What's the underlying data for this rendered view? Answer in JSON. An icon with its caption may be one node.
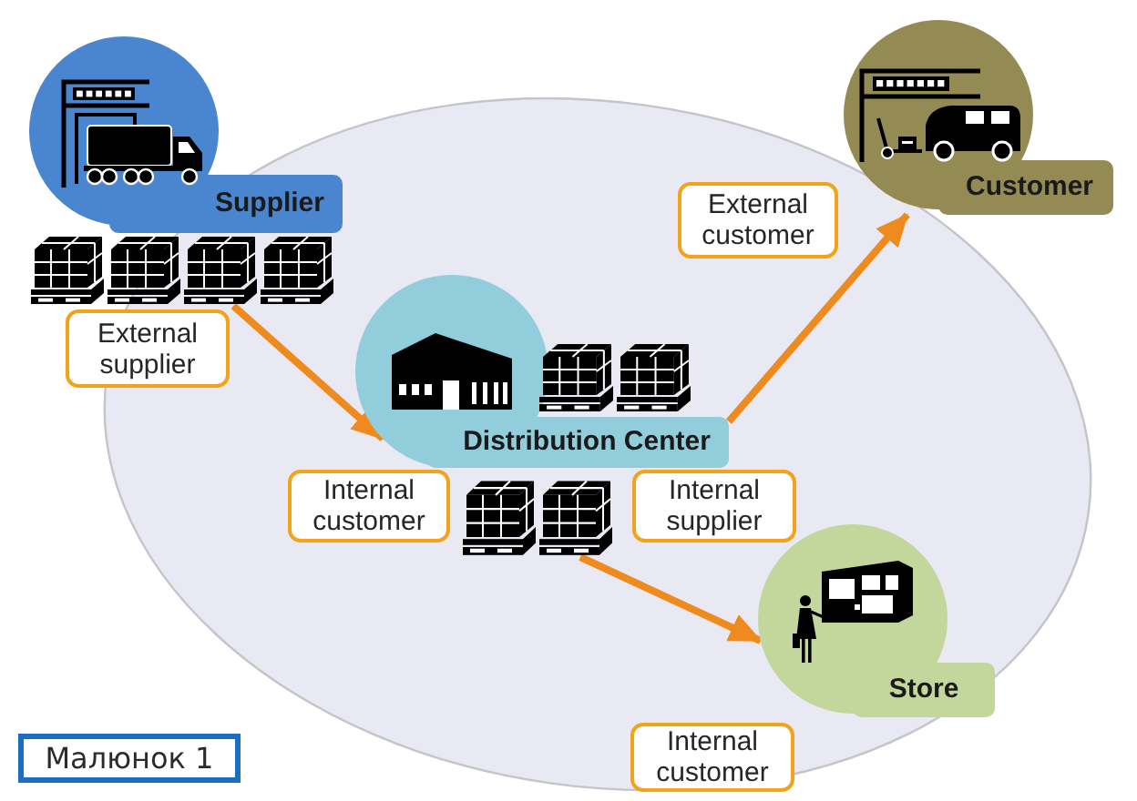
{
  "diagram": {
    "caption": "Малюнок 1",
    "nodes": [
      {
        "text": [
          "Supplier"
        ]
      },
      {
        "text": [],
        "shape": "picture"
      },
      {
        "text": [
          "External supplier"
        ]
      },
      {
        "text": [
          "Distribution Center"
        ]
      },
      {
        "text": [],
        "shape": "picture"
      },
      {
        "text": [
          "Internal customer"
        ]
      },
      {
        "text": [
          "Internal supplier"
        ]
      },
      {
        "text": [
          "External customer"
        ]
      },
      {
        "text": [
          "Customer"
        ]
      },
      {
        "text": [
          "Store"
        ]
      },
      {
        "text": [
          "Internal customer"
        ]
      }
    ],
    "edges": [
      {
        "from": 1,
        "to": 3,
        "arrow": "to"
      },
      {
        "from": 3,
        "to": 8,
        "arrow": "to"
      },
      {
        "from": 4,
        "to": 9,
        "arrow": "to"
      }
    ]
  }
}
